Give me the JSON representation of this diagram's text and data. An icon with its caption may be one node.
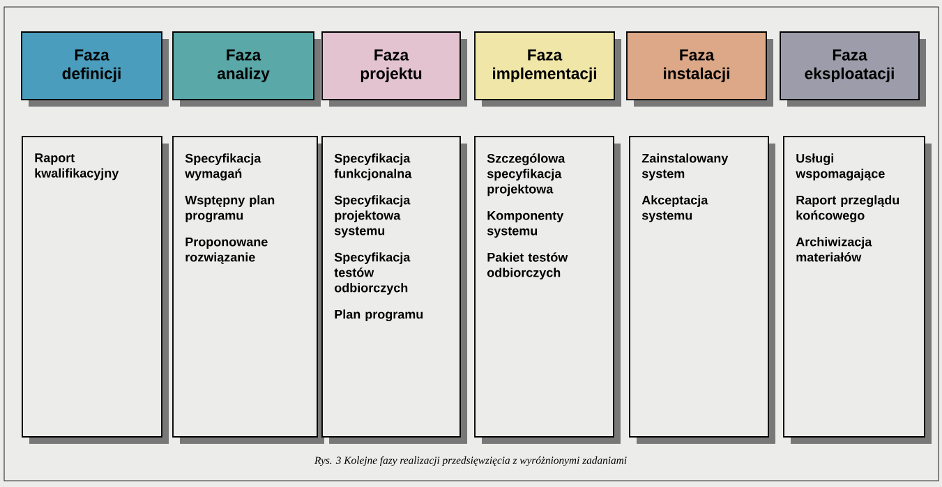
{
  "diagram": {
    "caption": "Rys. 3 Kolejne fazy realizacji przedsięwzięcia z wyróżnionymi zadaniami",
    "nodes": [
      {
        "text": [
          "Faza definicji"
        ]
      },
      {
        "text": [
          "Faza analizy"
        ]
      },
      {
        "text": [
          "Faza projektu"
        ]
      },
      {
        "text": [
          "Faza implementacji"
        ]
      },
      {
        "text": [
          "Faza instalacji"
        ]
      },
      {
        "text": [
          "Faza eksploatacji"
        ]
      },
      {
        "text": [
          "Raport kwalifikacyjny"
        ]
      },
      {
        "text": [
          "Specyfikacja wymagań",
          "Wsptępny plan programu",
          "Proponowane rozwiązanie"
        ]
      },
      {
        "text": [
          "Specyfikacja funkcjonalna",
          "Specyfikacja projektowa systemu",
          "Specyfikacja testów odbiorczych",
          "Plan programu"
        ]
      },
      {
        "text": [
          "Szczególowa specyfikacja projektowa",
          "Komponenty systemu",
          "Pakiet testów odbiorczych"
        ]
      },
      {
        "text": [
          "Zainstalowany system",
          "Akceptacja systemu"
        ]
      },
      {
        "text": [
          "Usługi wspomagające",
          "Raport przeglądu końcowego",
          "Archiwizacja materiałów"
        ]
      }
    ]
  }
}
